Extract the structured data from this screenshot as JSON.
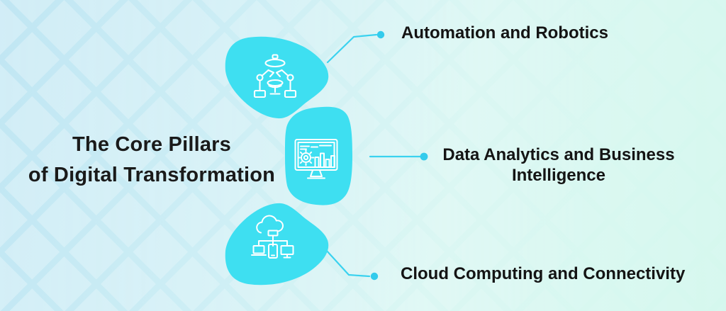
{
  "title": {
    "line1": "The Core Pillars",
    "line2": "of Digital Transformation"
  },
  "pillars": [
    {
      "icon": "robot-arms-icon",
      "label": "Automation and Robotics"
    },
    {
      "icon": "analytics-monitor-icon",
      "label_line1": "Data Analytics and Business",
      "label_line2": "Intelligence"
    },
    {
      "icon": "cloud-network-icon",
      "label": "Cloud Computing and Connectivity"
    }
  ],
  "colors": {
    "pillar_blob": "#3edff1",
    "connector_line": "#3ad2ef",
    "connector_dot": "#33cbec",
    "icon_stroke": "#ffffff",
    "title_text": "#1a1a1a",
    "label_text": "#141414",
    "background_left": "#c0e6f3",
    "background_right": "#d5f8ee",
    "diamond_pattern": "#ffffff"
  }
}
